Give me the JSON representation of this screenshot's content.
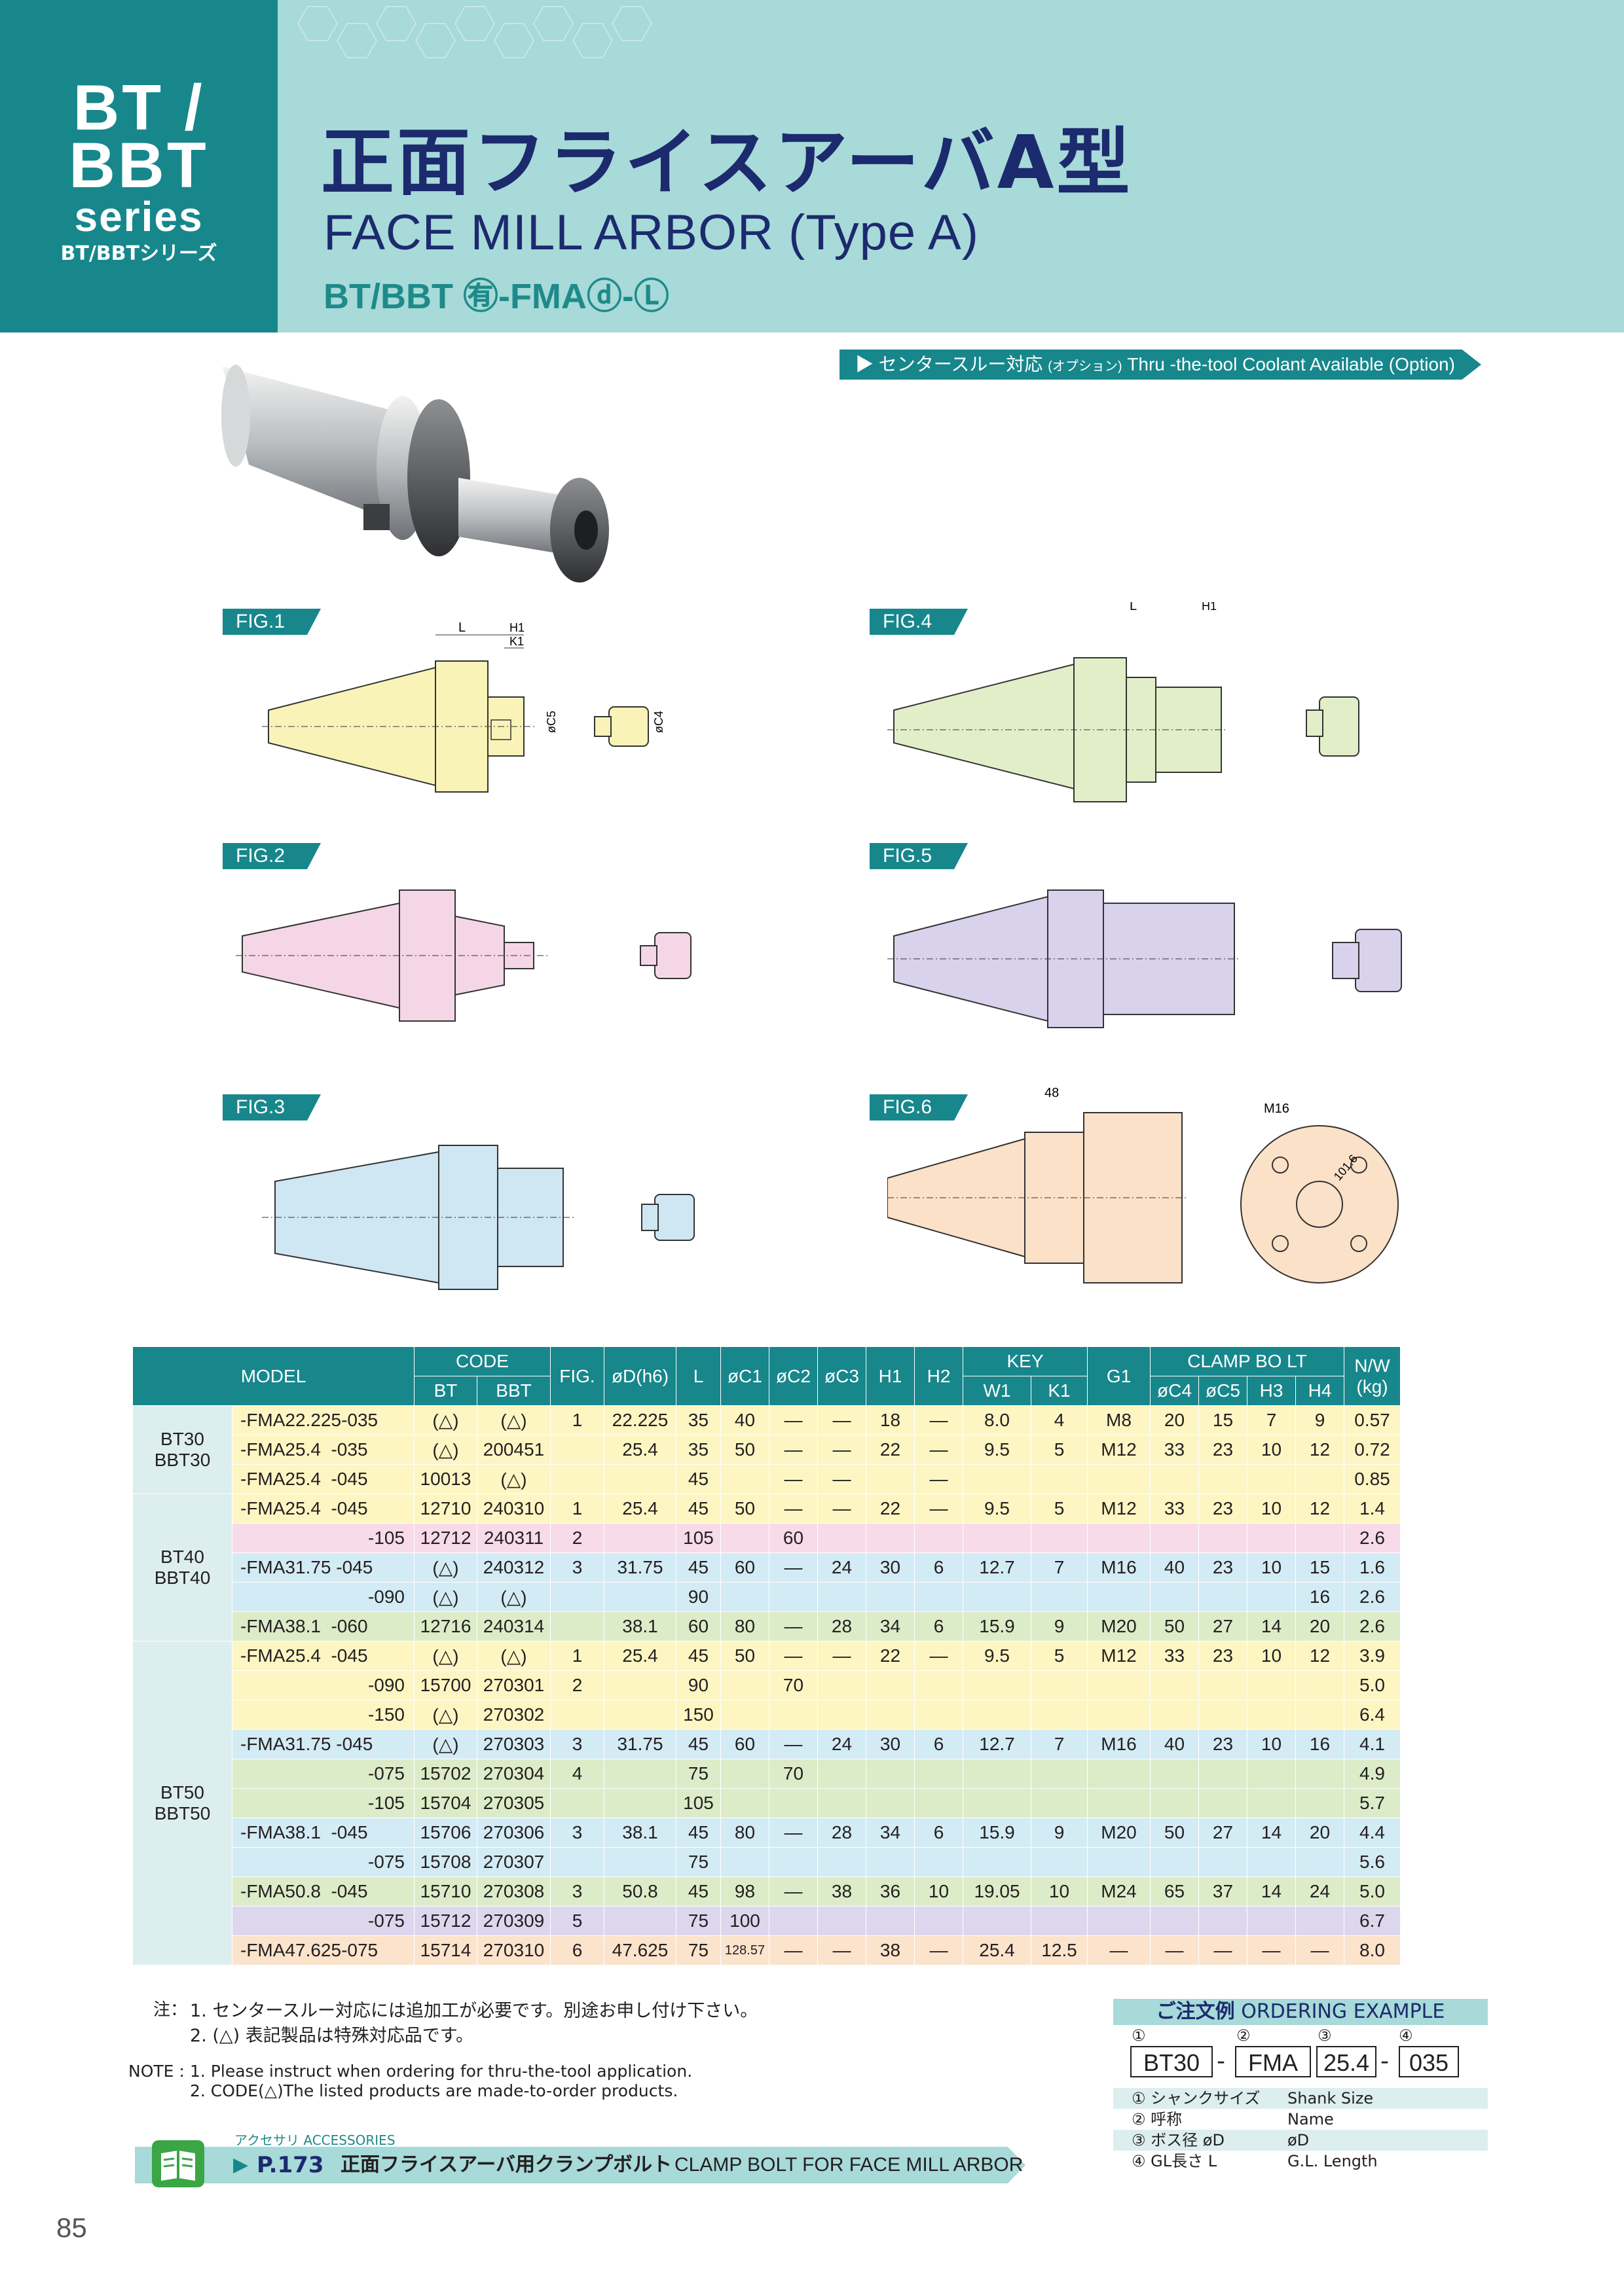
{
  "header": {
    "series_line1": "BT /",
    "series_line2": "BBT",
    "series_line3": "series",
    "series_jp": "BT/BBTシリーズ",
    "title_jp": "正面フライスアーバA型",
    "title_en": "FACE MILL ARBOR (Type A)",
    "code_pattern": "BT/BBT ㊒-FMAⓓ-Ⓛ"
  },
  "coolant": {
    "jp": "センタースルー対応",
    "option_jp": "(オプション)",
    "en": "Thru -the-tool Coolant Available (Option)"
  },
  "figures": {
    "fig1": "FIG.1",
    "fig2": "FIG.2",
    "fig3": "FIG.3",
    "fig4": "FIG.4",
    "fig5": "FIG.5",
    "fig6": "FIG.6",
    "fig6_m16": "M16",
    "fig6_dim": "101.6",
    "fig6_48": "48"
  },
  "dims": {
    "L": "L",
    "H1": "H1",
    "H2": "H2",
    "H3": "H3",
    "H4": "H4",
    "K1": "K1",
    "W1": "W1",
    "G1": "G1",
    "D": "øD",
    "C1": "øC1",
    "C2": "øC2",
    "C3": "øC3",
    "C4": "øC4",
    "C5": "øC5"
  },
  "table": {
    "headers": {
      "model": "MODEL",
      "code": "CODE",
      "bt": "BT",
      "bbt": "BBT",
      "fig": "FIG.",
      "d": "øD(h6)",
      "l": "L",
      "c1": "øC1",
      "c2": "øC2",
      "c3": "øC3",
      "h1": "H1",
      "h2": "H2",
      "key": "KEY",
      "w1": "W1",
      "k1": "K1",
      "g1": "G1",
      "clamp": "CLAMP BO LT",
      "c4": "øC4",
      "c5": "øC5",
      "h3": "H3",
      "h4": "H4",
      "nw": "N/W",
      "kg": "(kg)"
    },
    "groups": {
      "g30": "BT30\nBBT30",
      "g40": "BT40\nBBT40",
      "g50": "BT50\nBBT50"
    },
    "rows": [
      [
        "-FMA22.225-035",
        "(△)",
        "(△)",
        "1",
        "22.225",
        "35",
        "40",
        "—",
        "—",
        "18",
        "—",
        "8.0",
        "4",
        "M8",
        "20",
        "15",
        "7",
        "9",
        "0.57"
      ],
      [
        "-FMA25.4  -035",
        "(△)",
        "200451",
        "",
        "25.4",
        "35",
        "50",
        "—",
        "—",
        "22",
        "—",
        "9.5",
        "5",
        "M12",
        "33",
        "23",
        "10",
        "12",
        "0.72"
      ],
      [
        "-FMA25.4  -045",
        "10013",
        "(△)",
        "",
        "",
        "45",
        "",
        "—",
        "—",
        "",
        "—",
        "",
        "",
        "",
        "",
        "",
        "",
        "",
        "0.85"
      ],
      [
        "-FMA25.4  -045",
        "12710",
        "240310",
        "1",
        "25.4",
        "45",
        "50",
        "—",
        "—",
        "22",
        "—",
        "9.5",
        "5",
        "M12",
        "33",
        "23",
        "10",
        "12",
        "1.4"
      ],
      [
        "-105",
        "12712",
        "240311",
        "2",
        "",
        "105",
        "",
        "60",
        "",
        "",
        "",
        "",
        "",
        "",
        "",
        "",
        "",
        "",
        "2.6"
      ],
      [
        "-FMA31.75 -045",
        "(△)",
        "240312",
        "3",
        "31.75",
        "45",
        "60",
        "—",
        "24",
        "30",
        "6",
        "12.7",
        "7",
        "M16",
        "40",
        "23",
        "10",
        "15",
        "1.6"
      ],
      [
        "-090",
        "(△)",
        "(△)",
        "",
        "",
        "90",
        "",
        "",
        "",
        "",
        "",
        "",
        "",
        "",
        "",
        "",
        "",
        "16",
        "2.6"
      ],
      [
        "-FMA38.1  -060",
        "12716",
        "240314",
        "",
        "38.1",
        "60",
        "80",
        "—",
        "28",
        "34",
        "6",
        "15.9",
        "9",
        "M20",
        "50",
        "27",
        "14",
        "20",
        "2.6"
      ],
      [
        "-FMA25.4  -045",
        "(△)",
        "(△)",
        "1",
        "25.4",
        "45",
        "50",
        "—",
        "—",
        "22",
        "—",
        "9.5",
        "5",
        "M12",
        "33",
        "23",
        "10",
        "12",
        "3.9"
      ],
      [
        "-090",
        "15700",
        "270301",
        "2",
        "",
        "90",
        "",
        "70",
        "",
        "",
        "",
        "",
        "",
        "",
        "",
        "",
        "",
        "",
        "5.0"
      ],
      [
        "-150",
        "(△)",
        "270302",
        "",
        "",
        "150",
        "",
        "",
        "",
        "",
        "",
        "",
        "",
        "",
        "",
        "",
        "",
        "",
        "6.4"
      ],
      [
        "-FMA31.75 -045",
        "(△)",
        "270303",
        "3",
        "31.75",
        "45",
        "60",
        "—",
        "24",
        "30",
        "6",
        "12.7",
        "7",
        "M16",
        "40",
        "23",
        "10",
        "16",
        "4.1"
      ],
      [
        "-075",
        "15702",
        "270304",
        "4",
        "",
        "75",
        "",
        "70",
        "",
        "",
        "",
        "",
        "",
        "",
        "",
        "",
        "",
        "",
        "4.9"
      ],
      [
        "-105",
        "15704",
        "270305",
        "",
        "",
        "105",
        "",
        "",
        "",
        "",
        "",
        "",
        "",
        "",
        "",
        "",
        "",
        "",
        "5.7"
      ],
      [
        "-FMA38.1  -045",
        "15706",
        "270306",
        "3",
        "38.1",
        "45",
        "80",
        "—",
        "28",
        "34",
        "6",
        "15.9",
        "9",
        "M20",
        "50",
        "27",
        "14",
        "20",
        "4.4"
      ],
      [
        "-075",
        "15708",
        "270307",
        "",
        "",
        "75",
        "",
        "",
        "",
        "",
        "",
        "",
        "",
        "",
        "",
        "",
        "",
        "",
        "5.6"
      ],
      [
        "-FMA50.8  -045",
        "15710",
        "270308",
        "3",
        "50.8",
        "45",
        "98",
        "—",
        "38",
        "36",
        "10",
        "19.05",
        "10",
        "M24",
        "65",
        "37",
        "14",
        "24",
        "5.0"
      ],
      [
        "-075",
        "15712",
        "270309",
        "5",
        "",
        "75",
        "100",
        "",
        "",
        "",
        "",
        "",
        "",
        "",
        "",
        "",
        "",
        "",
        "6.7"
      ],
      [
        "-FMA47.625-075",
        "15714",
        "270310",
        "6",
        "47.625",
        "75",
        "128.57",
        "—",
        "—",
        "38",
        "—",
        "25.4",
        "12.5",
        "—",
        "—",
        "—",
        "—",
        "—",
        "8.0"
      ]
    ]
  },
  "notes": {
    "jp_label": "注：",
    "jp1": "1. センタースルー対応には追加工が必要です。別途お申し付け下さい。",
    "jp2": "2. (△) 表記製品は特殊対応品です。",
    "en_label": "NOTE :",
    "en1": "1. Please instruct when ordering for thru-the-tool application.",
    "en2": "2. CODE(△)The listed products are made-to-order products."
  },
  "ordering": {
    "title_jp": "ご注文例",
    "title_en": "ORDERING EXAMPLE",
    "n1": "①",
    "n2": "②",
    "n3": "③",
    "n4": "④",
    "v1": "BT30",
    "v2": "FMA",
    "v3": "25.4",
    "v4": "035",
    "dash": "-",
    "r1_jp": "① シャンクサイズ",
    "r1_en": "Shank Size",
    "r2_jp": "② 呼称",
    "r2_en": "Name",
    "r3_jp": "③ ボス径 øD",
    "r3_en": "øD",
    "r4_jp": "④ GL長さ L",
    "r4_en": "G.L. Length"
  },
  "accessories": {
    "label_jp": "アクセサリ",
    "label_en": "ACCESSORIES",
    "page_ref": "P.173",
    "title_jp": "正面フライスアーバ用クランプボルト",
    "title_en": "CLAMP BOLT FOR FACE MILL ARBOR"
  },
  "page_number": "85",
  "colors": {
    "teal": "#17878c",
    "light_teal": "#a7dad8",
    "navy": "#1c2a6e",
    "row_yellow": "#fdf6c3",
    "row_pink": "#f7dbe8",
    "row_blue": "#d3ebf4",
    "row_green": "#dcecc8",
    "row_purple": "#ddd7ee",
    "row_orange": "#fbe3cc",
    "fig1": "#f9f3b8",
    "fig2": "#f5d6e6",
    "fig3": "#cfe6f3",
    "fig4": "#e2eec8",
    "fig5": "#d9d2ec",
    "fig6": "#fbe1c8"
  }
}
